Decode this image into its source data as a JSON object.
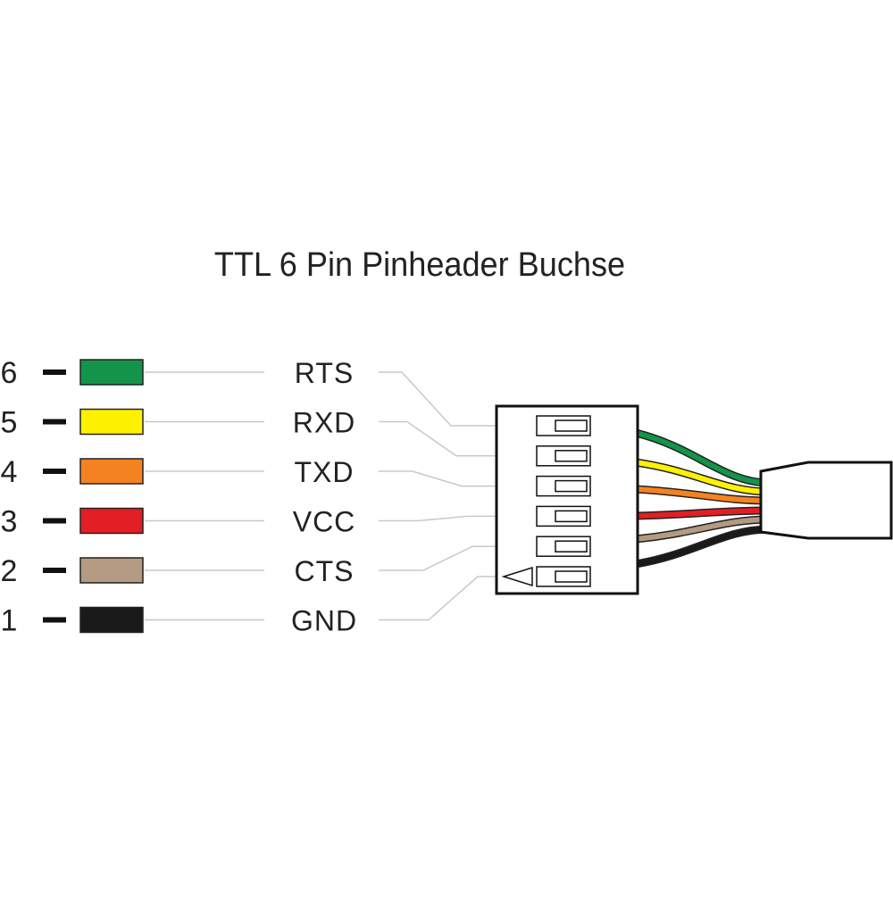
{
  "title": "TTL 6 Pin Pinheader Buchse",
  "pins": [
    {
      "number": "6",
      "signal": "RTS",
      "color": "#13944a"
    },
    {
      "number": "5",
      "signal": "RXD",
      "color": "#fff200"
    },
    {
      "number": "4",
      "signal": "TXD",
      "color": "#f58220"
    },
    {
      "number": "3",
      "signal": "VCC",
      "color": "#e31e24"
    },
    {
      "number": "2",
      "signal": "CTS",
      "color": "#b49a83"
    },
    {
      "number": "1",
      "signal": "GND",
      "color": "#1a1a1a"
    }
  ],
  "connector": {
    "pin1_marker": "triangle-marker-icon"
  }
}
